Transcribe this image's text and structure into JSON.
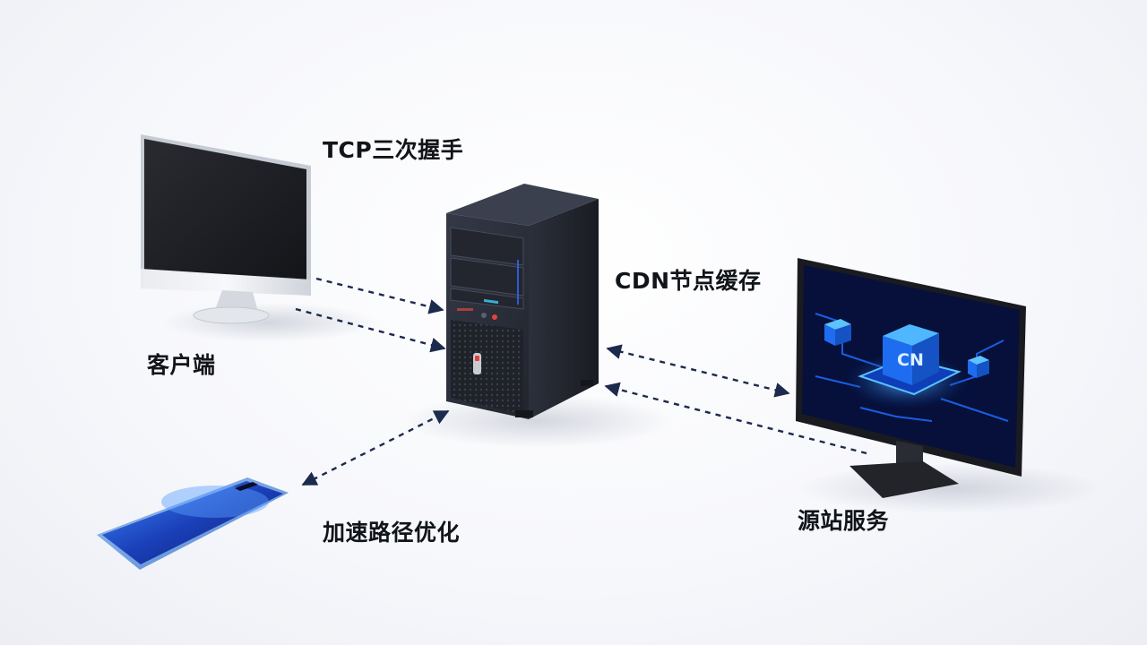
{
  "labels": {
    "handshake": "TCP三次握手",
    "cdn_cache": "CDN节点缓存",
    "client": "客户端",
    "path_optimization": "加速路径优化",
    "origin_service": "源站服务"
  },
  "screen_logo": "CN",
  "colors": {
    "arrow": "#1c2a4d",
    "monitor_screen": "#1b1c22",
    "server_body": "#2a2e38",
    "server_side": "#1c1f27",
    "glow_blue": "#1e7bff",
    "phone_blue": "#2f6ee0"
  }
}
